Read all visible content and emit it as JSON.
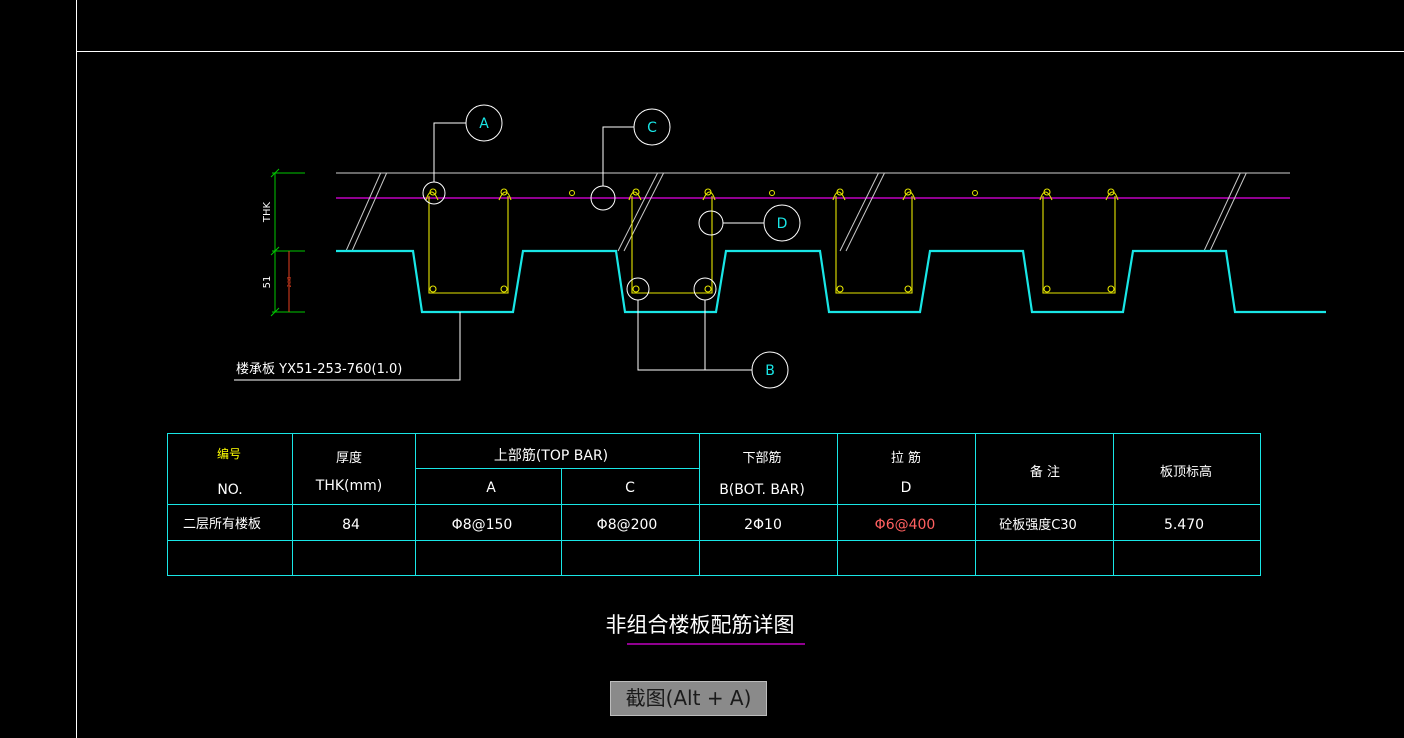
{
  "detail": {
    "callouts": [
      "A",
      "B",
      "C",
      "D"
    ],
    "dims": {
      "thk": "THK",
      "deck_height": "51",
      "small_mark": "2∅8"
    },
    "deck_label": "楼承板 YX51-253-760(1.0)",
    "title": "非组合楼板配筋详图"
  },
  "table": {
    "headers": {
      "no_cn": "编号",
      "no_en": "NO.",
      "thk_cn": "厚度",
      "thk_en": "THK(mm)",
      "top_bar": "上部筋(TOP BAR)",
      "col_a": "A",
      "col_c": "C",
      "bot_cn": "下部筋",
      "bot_en": "B(BOT. BAR)",
      "tie_cn": "拉  筋",
      "tie_en": "D",
      "remark": "备  注",
      "elev": "板顶标高"
    },
    "rows": [
      {
        "no": "二层所有楼板",
        "thk": "84",
        "a": "Φ8@150",
        "c": "Φ8@200",
        "b": "2Φ10",
        "d": "Φ6@400",
        "remark": "砼板强度C30",
        "elev": "5.470"
      }
    ]
  },
  "screenshot_tip": "截图(Alt + A)",
  "colors": {
    "background": "#000000",
    "deck": "#19e6e6",
    "rebar": "#e6e600",
    "magenta": "#e600e6",
    "border": "#ffffff",
    "grid": "#19e6e6",
    "header_yellow": "#ffff00",
    "tie_red": "#ff6060",
    "dim_green": "#00c800"
  }
}
